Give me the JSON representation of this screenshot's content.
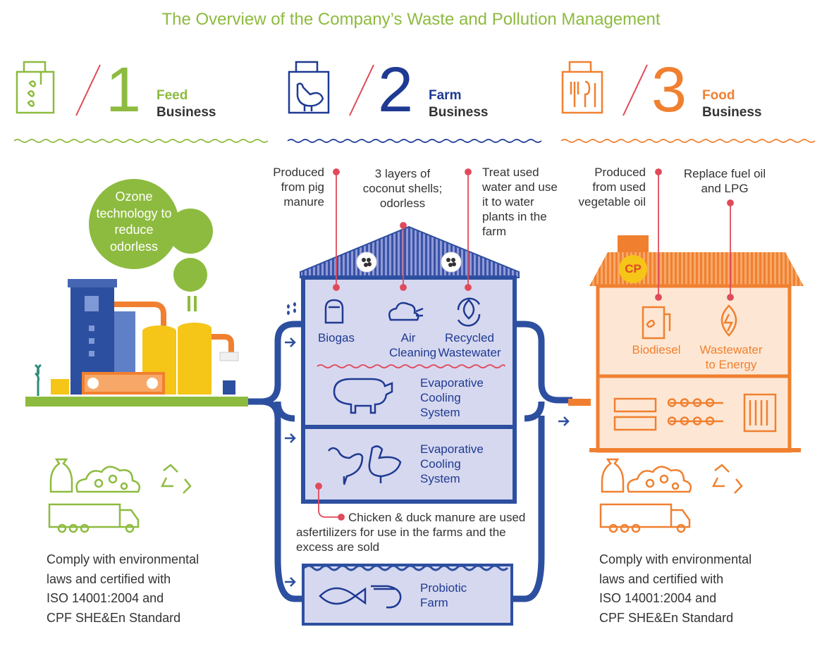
{
  "title": "The Overview of the Company’s Waste and Pollution Management",
  "businesses": [
    {
      "number": "1",
      "line1": "Feed",
      "line2": "Business",
      "color": "#8dbb3f"
    },
    {
      "number": "2",
      "line1": "Farm",
      "line2": "Business",
      "color": "#1f3a93"
    },
    {
      "number": "3",
      "line1": "Food",
      "line2": "Business",
      "color": "#f08030"
    }
  ],
  "feed": {
    "ozone_note": "Ozone technology to reduce odorless",
    "comply": [
      "Comply with environmental",
      "laws and certified with",
      "ISO 14001:2004 and",
      "CPF SHE&En Standard"
    ]
  },
  "farm": {
    "notes": {
      "biogas_note": "Produced from pig manure",
      "air_note": "3 layers of coconut shells; odorless",
      "water_note": "Treat used water and use it to water plants in the farm"
    },
    "items": {
      "biogas": "Biogas",
      "air_cleaning": "Air Cleaning",
      "recycled_wastewater": "Recycled Wastewater"
    },
    "evap_pig": "Evaporative Cooling System",
    "evap_poultry": "Evaporative Cooling System",
    "manure_note": "Chicken & duck manure are used asfertilizers for use in the farms and the excess are sold",
    "probiotic": "Probiotic Farm"
  },
  "food": {
    "logo": "CP",
    "notes": {
      "biodiesel_note": "Produced from used vegetable oil",
      "energy_note": "Replace fuel oil and LPG"
    },
    "items": {
      "biodiesel": "Biodiesel",
      "wastewater_energy": "Wastewater to Energy"
    },
    "comply": [
      "Comply with environmental",
      "laws and certified with",
      "ISO 14001:2004 and",
      "CPF SHE&En Standard"
    ]
  },
  "colors": {
    "green": "#8dbb3f",
    "blue": "#1f3a93",
    "orange": "#f08030",
    "red": "#e04a5a",
    "lavender": "#d6d8ef",
    "peach": "#fde7d4"
  },
  "icons": [
    "feed-bag-icon",
    "chicken-bag-icon",
    "food-bag-icon",
    "biogas-icon",
    "air-cleaning-icon",
    "recycle-water-icon",
    "pig-icon",
    "chicken-icon",
    "duck-icon",
    "fish-icon",
    "shrimp-icon",
    "biodiesel-icon",
    "wastewater-energy-icon",
    "sack-icon",
    "cloud-icon",
    "recycle-icon",
    "truck-icon"
  ]
}
